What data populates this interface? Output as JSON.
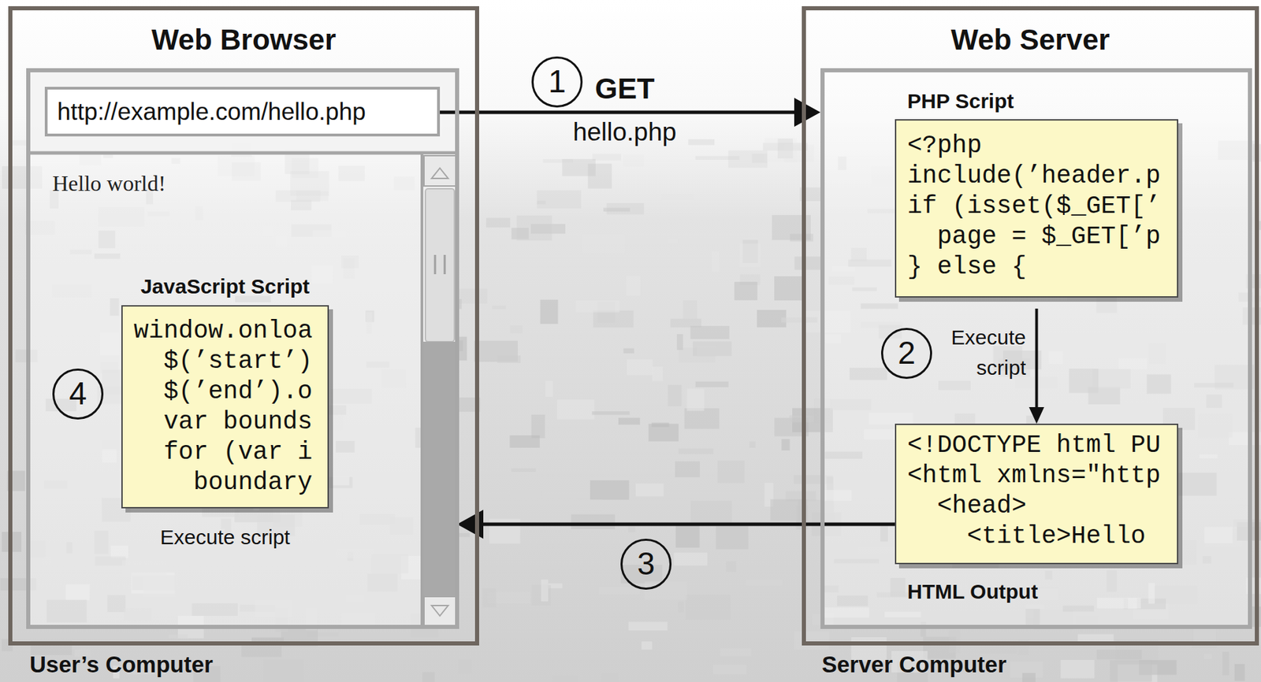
{
  "diagram": {
    "nodes": [
      {
        "text": [
          "Web Browser"
        ]
      },
      {
        "text": [
          "http://example.com/hello.php"
        ],
        "in": 0
      },
      {
        "text": [
          "Hello world!"
        ],
        "in": 0
      },
      {
        "text": [
          "JavaScript Script",
          "window.onloa",
          "$(’start’)",
          "$(’end’).o",
          "var bounds",
          "for (var i",
          "boundary",
          "Execute script"
        ],
        "in": 2
      },
      {
        "text": [
          "Web Server"
        ]
      },
      {
        "text": [
          "PHP Script",
          "<?php",
          "include(’header.p",
          "if (isset($_GET[’",
          "page = $_GET[’p",
          "} else {"
        ],
        "in": 4
      },
      {
        "text": [
          "<!DOCTYPE html PU",
          "<html xmlns=\"http",
          "<head>",
          "<title>Hello",
          "HTML Output"
        ],
        "in": 4
      }
    ],
    "edges": [
      {
        "from": 1,
        "to": 4,
        "arrow": "to",
        "label": "GET"
      },
      {
        "from": 5,
        "to": 6,
        "arrow": "to",
        "label": "Execute script"
      },
      {
        "from": 6,
        "to": 2,
        "arrow": "to"
      }
    ],
    "labels": [
      "1",
      "hello.php",
      "2",
      "3",
      "4",
      "User’s Computer",
      "Server Computer"
    ]
  }
}
